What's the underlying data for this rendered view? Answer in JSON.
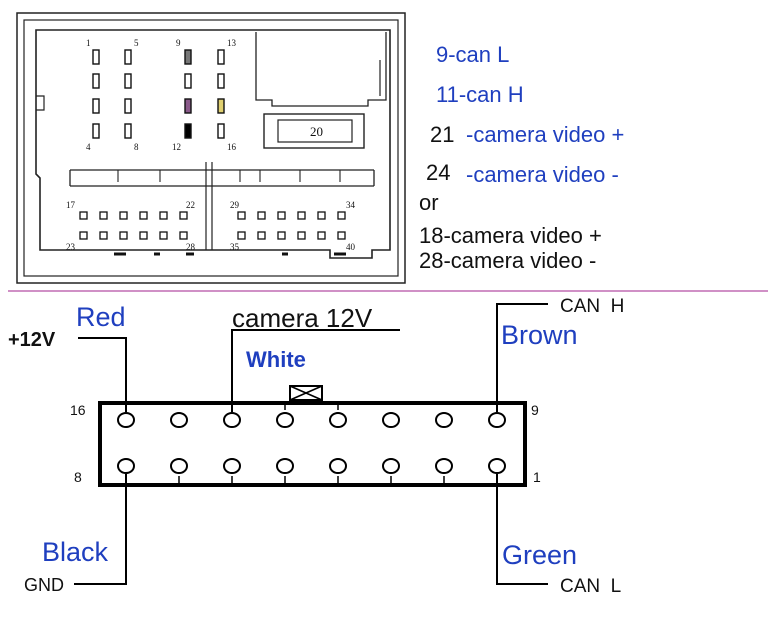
{
  "connector_top": {
    "pin_numbers": {
      "p1": "1",
      "p5": "5",
      "p9": "9",
      "p13": "13",
      "p4": "4",
      "p8": "8",
      "p12": "12",
      "p16": "16",
      "p20": "20",
      "p17": "17",
      "p22": "22",
      "p29": "29",
      "p34": "34",
      "p23": "23",
      "p28": "28",
      "p35": "35",
      "p40": "40"
    },
    "pin_colors": {
      "grey": "#777777",
      "purple": "#8a5a8a",
      "yellow": "#e0d070",
      "black": "#000000"
    }
  },
  "legend": {
    "line1": "9-can L",
    "line2": "11-can H",
    "line3_num": "21",
    "line3_text": "-camera video +",
    "line4_num": "24",
    "line4_text": "-camera video -",
    "line5": "or",
    "line6": "18-camera video +",
    "line7": "28-camera video -",
    "blue_color": "#1f3fbf"
  },
  "separator_color": "#c06cb4",
  "connector_bottom": {
    "pin_top_left": "16",
    "pin_top_right": "9",
    "pin_bottom_left": "8",
    "pin_bottom_right": "1"
  },
  "wires": {
    "red_color_name": "Red",
    "red_signal": "+12V",
    "camera_signal": "camera 12V",
    "white_color_name": "White",
    "brown_color_name": "Brown",
    "can_h_signal": "CAN  H",
    "black_color_name": "Black",
    "gnd_signal": "GND",
    "green_color_name": "Green",
    "can_l_signal": "CAN  L"
  }
}
